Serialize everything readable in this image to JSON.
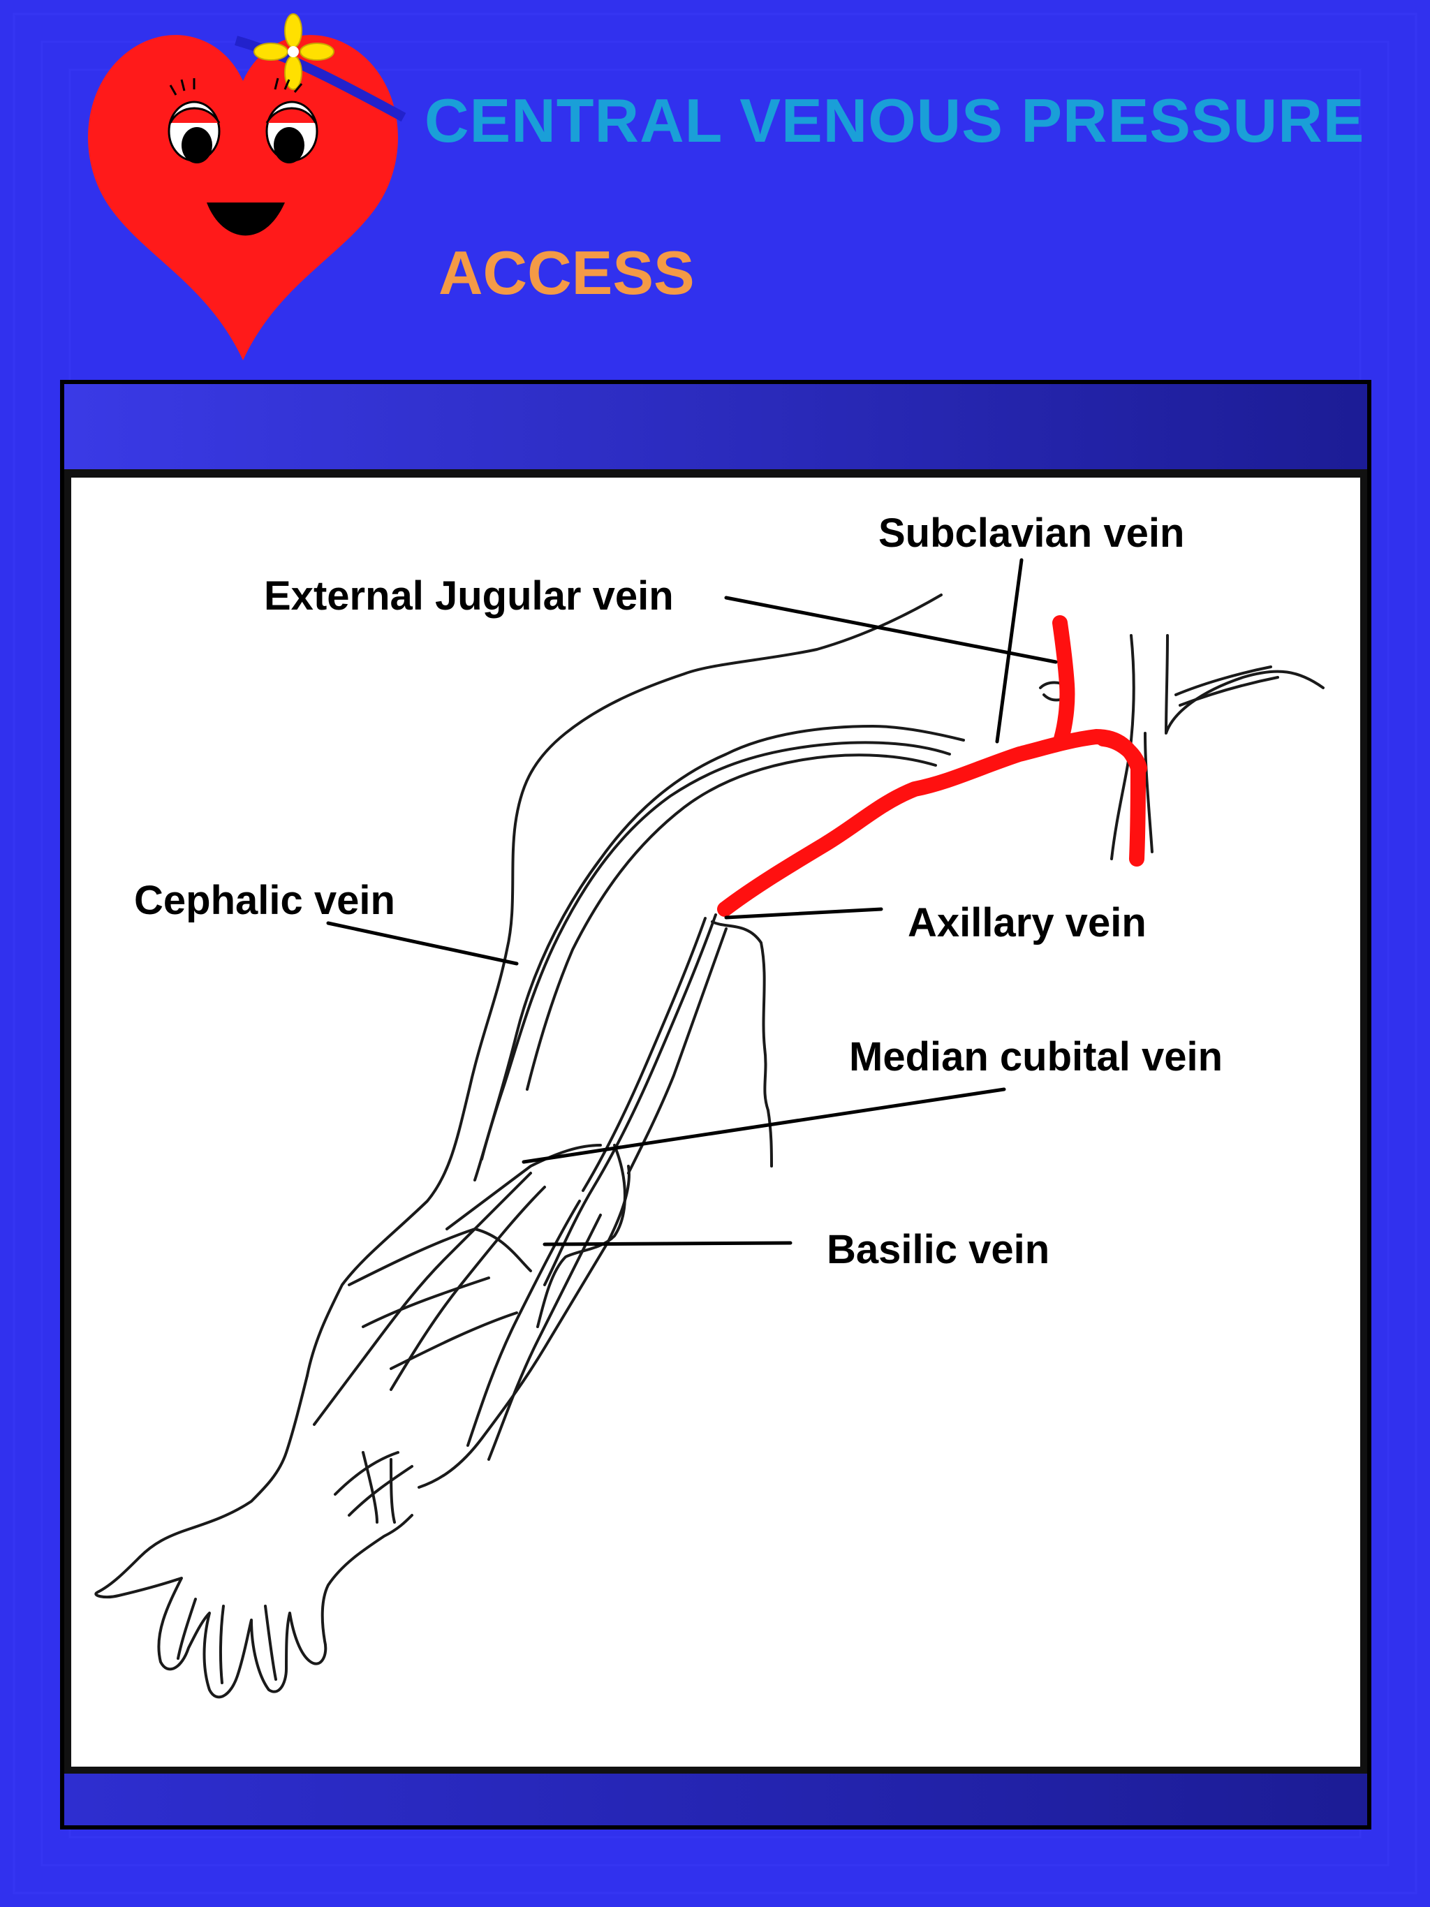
{
  "title": "CENTRAL VENOUS PRESSURE",
  "subtitle": "ACCESS",
  "colors": {
    "background": "#3131ee",
    "title": "#1a9fd8",
    "subtitle": "#f49a46",
    "highlight_vein": "#ff1010",
    "heart": "#ff1a1a"
  },
  "logo": {
    "icon": "smiling-heart-logo-icon"
  },
  "diagram": {
    "labels": {
      "subclavian_vein": "Subclavian vein",
      "external_jugular_vein": "External Jugular vein",
      "cephalic_vein": "Cephalic vein",
      "axillary_vein": "Axillary vein",
      "median_cubital_vein": "Median cubital vein",
      "basilic_vein": "Basilic vein"
    },
    "highlighted_path": "axillary-to-subclavian route"
  }
}
